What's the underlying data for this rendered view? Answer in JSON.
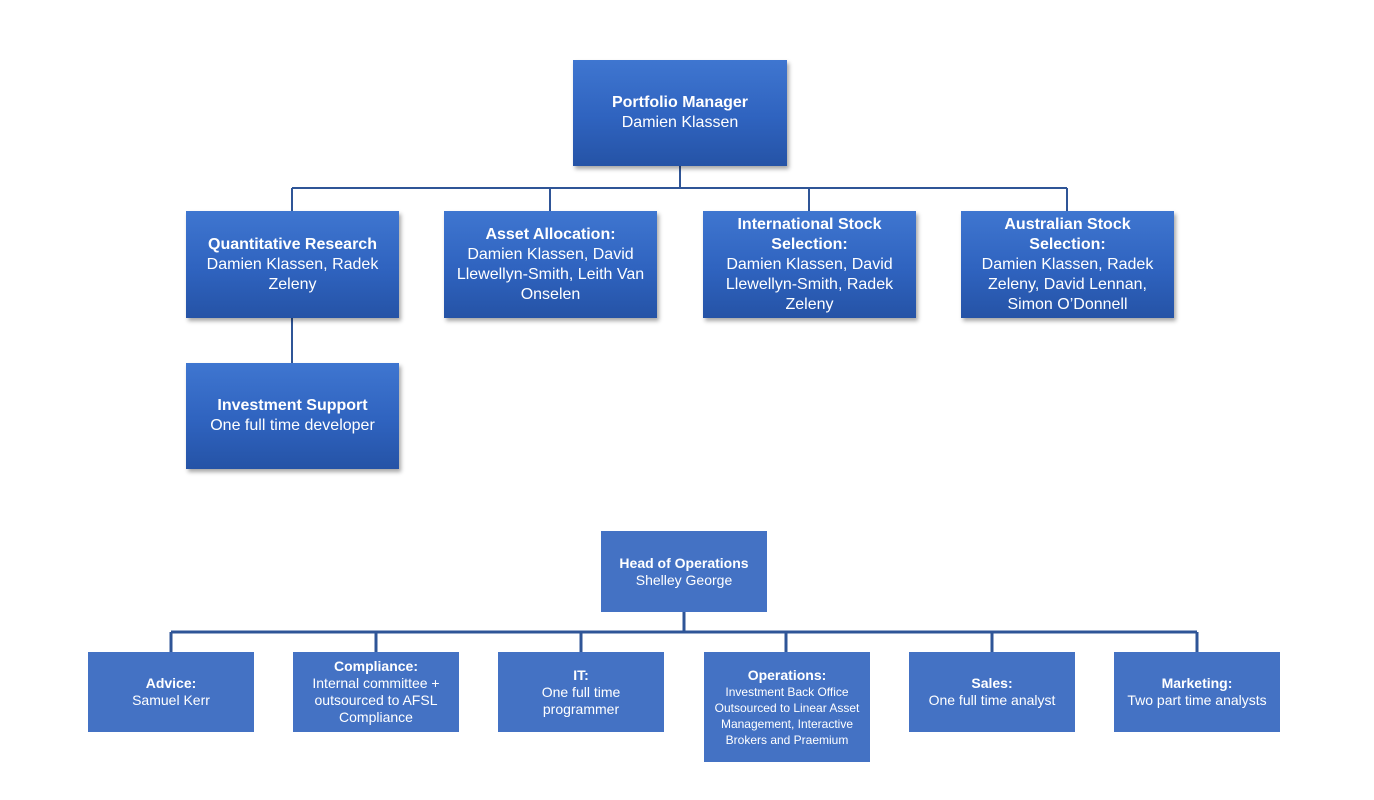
{
  "org": {
    "portfolio_manager": {
      "title": "Portfolio Manager",
      "name": "Damien Klassen"
    },
    "quant_research": {
      "title": "Quantitative Research",
      "name": "Damien Klassen, Radek Zeleny"
    },
    "asset_allocation": {
      "title": "Asset Allocation:",
      "name": "Damien Klassen, David Llewellyn-Smith, Leith Van Onselen"
    },
    "intl_stock": {
      "title": "International Stock Selection:",
      "name": "Damien Klassen, David Llewellyn-Smith, Radek Zeleny"
    },
    "aus_stock": {
      "title": "Australian Stock Selection:",
      "name": "Damien Klassen, Radek Zeleny, David Lennan, Simon O’Donnell"
    },
    "investment_support": {
      "title": "Investment Support",
      "name": "One full time developer"
    },
    "head_ops": {
      "title": "Head of Operations",
      "name": "Shelley George"
    },
    "advice": {
      "title": "Advice:",
      "name": "Samuel Kerr"
    },
    "compliance": {
      "title": "Compliance:",
      "name": "Internal committee + outsourced to AFSL Compliance"
    },
    "it": {
      "title": "IT:",
      "name": "One full time programmer"
    },
    "operations": {
      "title": "Operations:",
      "name": "Investment Back Office Outsourced to Linear Asset Management, Interactive Brokers and Praemium"
    },
    "sales": {
      "title": "Sales:",
      "name": "One full time analyst"
    },
    "marketing": {
      "title": "Marketing:",
      "name": "Two part time analysts"
    }
  },
  "colors": {
    "box_top": "#2f63bf",
    "box_ops": "#4472c4",
    "connector": "#2f5597",
    "text": "#ffffff"
  }
}
